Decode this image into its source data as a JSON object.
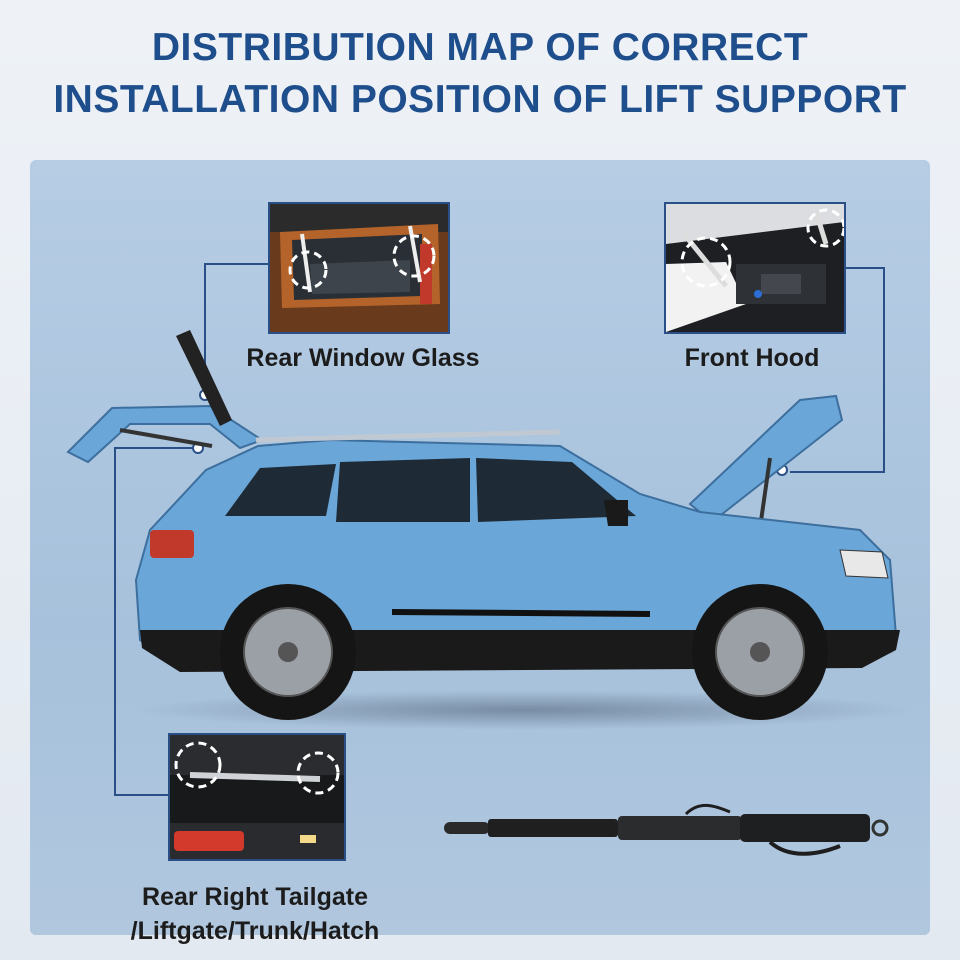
{
  "title": {
    "line1": "DISTRIBUTION MAP OF CORRECT",
    "line2": "INSTALLATION POSITION OF LIFT SUPPORT"
  },
  "callouts": {
    "rear_window": {
      "label": "Rear Window Glass",
      "icon": "rear-window-photo"
    },
    "front_hood": {
      "label": "Front Hood",
      "icon": "front-hood-photo"
    },
    "tailgate": {
      "label_line1": "Rear Right Tailgate",
      "label_line2": "/Liftgate/Trunk/Hatch",
      "icon": "tailgate-photo"
    }
  },
  "colors": {
    "title": "#1f4e8c",
    "car_body": "#6aa7d8",
    "panel": "#aec6df",
    "leader_line": "#2a4f86"
  }
}
